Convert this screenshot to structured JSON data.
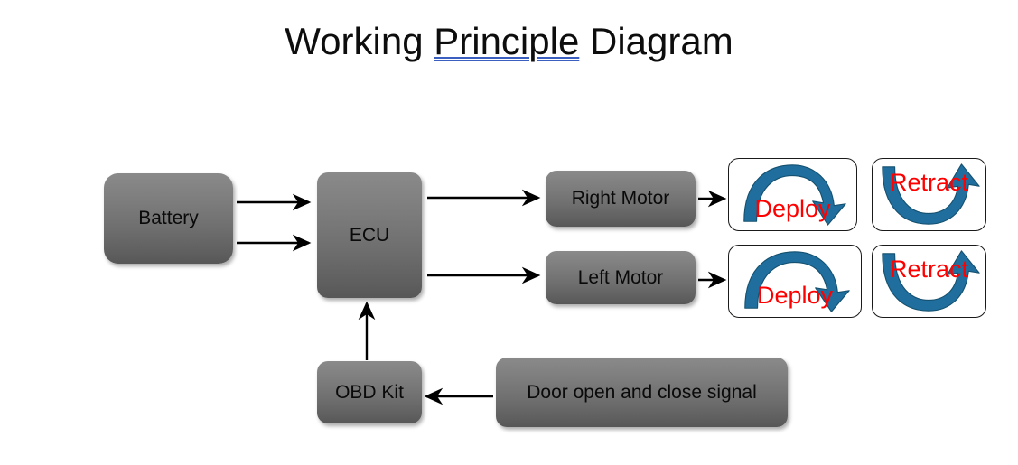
{
  "page": {
    "title_prefix": "Working ",
    "title_misspelled_word": "Principle",
    "title_suffix": " Diagram",
    "background_color": "#ffffff"
  },
  "colors": {
    "box_fill_top": "#8a8a8a",
    "box_fill_bottom": "#575757",
    "box_text": "#0a0a0a",
    "card_border": "#1a1a1a",
    "card_fill": "#ffffff",
    "action_text": "#fe0000",
    "curved_arrow_blue": "#1f6e9e",
    "curved_arrow_blue_dark": "#16567c",
    "connector_black": "#000000",
    "spellcheck_underline": "#3b5ec1"
  },
  "nodes": {
    "battery": {
      "label": "Battery"
    },
    "ecu": {
      "label": "ECU"
    },
    "right_motor": {
      "label": "Right Motor"
    },
    "left_motor": {
      "label": "Left Motor"
    },
    "obd_kit": {
      "label": "OBD Kit"
    },
    "door_signal": {
      "label": "Door open and close signal"
    }
  },
  "actions": {
    "deploy": {
      "label": "Deploy",
      "icon": "curved-arrow-down-right-icon"
    },
    "retract": {
      "label": "Retract",
      "icon": "curved-arrow-up-right-icon"
    }
  },
  "rows": [
    {
      "motor": "Right Motor",
      "deploy": "Deploy",
      "retract": "Retract"
    },
    {
      "motor": "Left Motor",
      "deploy": "Deploy",
      "retract": "Retract"
    }
  ],
  "connectors": [
    {
      "from": "Battery",
      "to": "ECU",
      "direction": "right"
    },
    {
      "from": "Battery",
      "to": "ECU",
      "direction": "right"
    },
    {
      "from": "ECU",
      "to": "Right Motor",
      "direction": "right"
    },
    {
      "from": "ECU",
      "to": "Left Motor",
      "direction": "right"
    },
    {
      "from": "Right Motor",
      "to": "Deploy",
      "direction": "right"
    },
    {
      "from": "Left Motor",
      "to": "Deploy",
      "direction": "right"
    },
    {
      "from": "OBD Kit",
      "to": "ECU",
      "direction": "up"
    },
    {
      "from": "Door open and close signal",
      "to": "OBD Kit",
      "direction": "left"
    }
  ]
}
